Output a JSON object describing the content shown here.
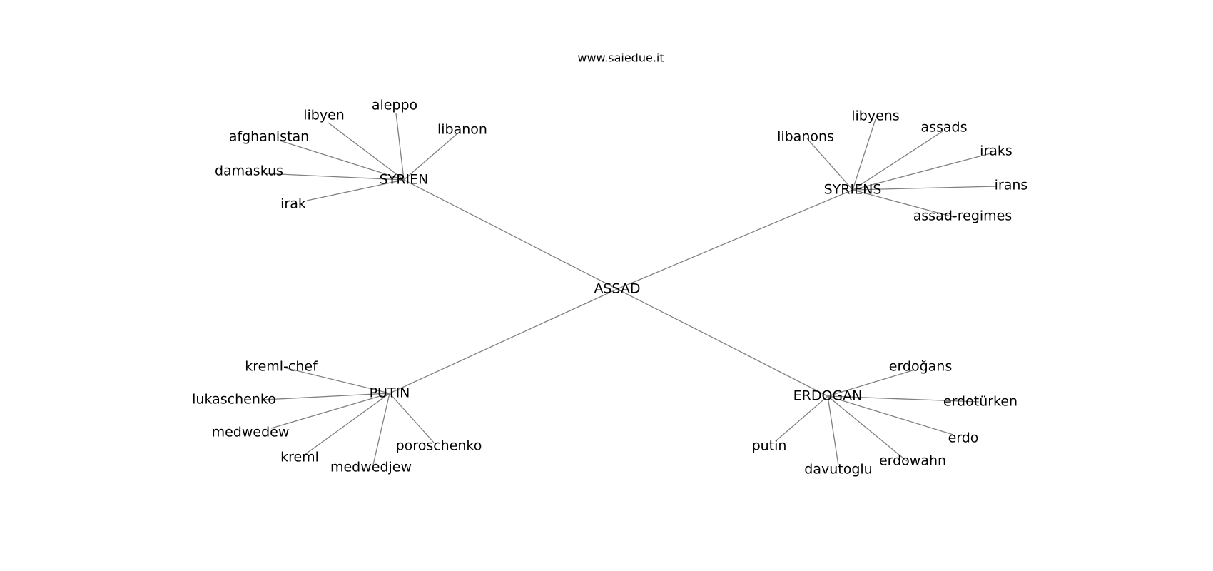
{
  "header": {
    "site": "www.saiedue.it"
  },
  "graph": {
    "center": "ASSAD",
    "hubs": [
      {
        "name": "SYRIEN",
        "neighbors": [
          "aleppo",
          "libanon",
          "libyen",
          "afghanistan",
          "damaskus",
          "irak"
        ]
      },
      {
        "name": "SYRIENS",
        "neighbors": [
          "libyens",
          "assads",
          "libanons",
          "iraks",
          "irans",
          "assad-regimes"
        ]
      },
      {
        "name": "PUTIN",
        "neighbors": [
          "kreml-chef",
          "lukaschenko",
          "medwedew",
          "kreml",
          "medwedjew",
          "poroschenko"
        ]
      },
      {
        "name": "ERDOGAN",
        "neighbors": [
          "erdoğans",
          "erdotürken",
          "erdo",
          "putin",
          "davutoglu",
          "erdowahn"
        ]
      }
    ]
  }
}
